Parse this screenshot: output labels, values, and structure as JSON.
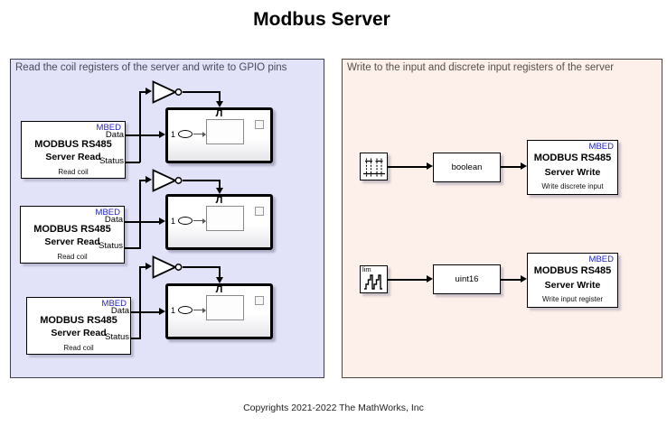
{
  "title": "Modbus Server",
  "footer": "Copyrights 2021-2022 The MathWorks, Inc",
  "colors": {
    "left_panel_bg": "#e2e2f8",
    "left_panel_border": "#3e3e52",
    "right_panel_bg": "#fdefe9",
    "right_panel_border": "#4d453e",
    "mbed_blue": "#2020cc",
    "block_border": "#000000"
  },
  "left_panel": {
    "label": "Read the coil registers of the server and write to GPIO pins",
    "groups": [
      {
        "block": {
          "tag": "MBED",
          "out1": "Data",
          "title": "MODBUS RS485",
          "subtitle": "Server Read",
          "out2": "Status",
          "caption": "Read coil"
        },
        "sub": {
          "trigger": "Л",
          "port": "1"
        }
      },
      {
        "block": {
          "tag": "MBED",
          "out1": "Data",
          "title": "MODBUS RS485",
          "subtitle": "Server Read",
          "out2": "Status",
          "caption": "Read coil"
        },
        "sub": {
          "trigger": "Л",
          "port": "1"
        }
      },
      {
        "block": {
          "tag": "MBED",
          "out1": "Data",
          "title": "MODBUS RS485",
          "subtitle": "Server Read",
          "out2": "Status",
          "caption": "Read coil"
        },
        "sub": {
          "trigger": "Л",
          "port": "1"
        }
      }
    ]
  },
  "right_panel": {
    "label": "Write to the input and discrete input registers of the server",
    "rows": [
      {
        "source_icon": "pulse-train-icon",
        "source_label": "",
        "conversion": "boolean",
        "block": {
          "tag": "MBED",
          "title": "MODBUS RS485",
          "subtitle": "Server Write",
          "caption": "Write discrete input"
        }
      },
      {
        "source_icon": "counter-limited-icon",
        "source_label": "lim",
        "conversion": "uint16",
        "block": {
          "tag": "MBED",
          "title": "MODBUS RS485",
          "subtitle": "Server Write",
          "caption": "Write input register"
        }
      }
    ]
  }
}
